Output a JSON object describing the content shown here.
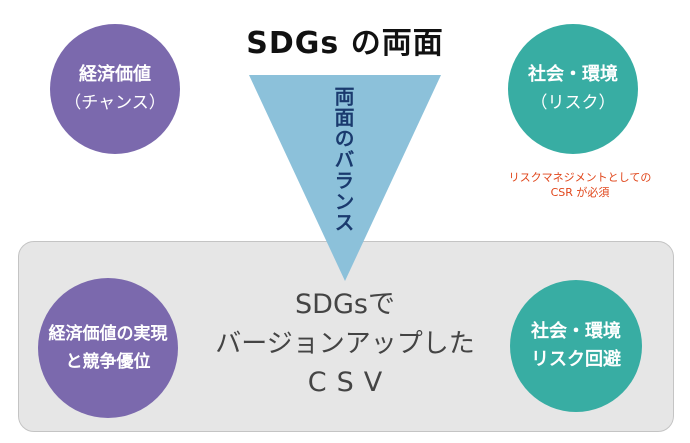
{
  "title": "SDGs の両面",
  "balance_label": "両面のバランス",
  "top_left": {
    "line1": "経済価値",
    "line2": "（チャンス）"
  },
  "top_right": {
    "line1": "社会・環境",
    "line2": "（リスク）"
  },
  "note": {
    "line1": "リスクマネジメントとしての",
    "line2": "CSR が必須"
  },
  "bottom_left": {
    "line1": "経済価値の実現",
    "line2": "と競争優位"
  },
  "bottom_right": {
    "line1": "社会・環境",
    "line2": "リスク回避"
  },
  "center": {
    "line1": "SDGsで",
    "line2": "バージョンアップした",
    "line3": "CSV"
  },
  "colors": {
    "economic": "#7b69ad",
    "social": "#38ada3",
    "triangle": "#8cc1da",
    "note": "#e0461b",
    "panel": "#e6e6e6"
  }
}
